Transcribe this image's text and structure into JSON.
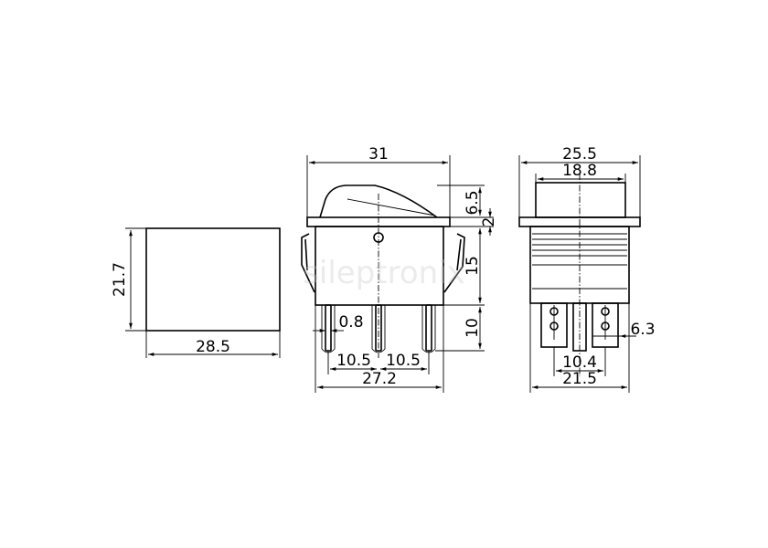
{
  "side_view": {
    "width_label": "28.5",
    "height_label": "21.7"
  },
  "front_view": {
    "overall_width_label": "31",
    "rocker_height_label": "6.5",
    "flange_label": "2",
    "body_height_label": "15",
    "terminal_length_label": "10",
    "terminal_thickness_label": "0.8",
    "pitch_left_label": "10.5",
    "pitch_right_label": "10.5",
    "body_width_label": "27.2"
  },
  "end_view": {
    "overall_width_label": "25.5",
    "rocker_width_label": "18.8",
    "terminal_width_label": "6.3",
    "terminal_spacing_label": "10.4",
    "body_width_label": "21.5"
  },
  "watermark": "sileptronix"
}
